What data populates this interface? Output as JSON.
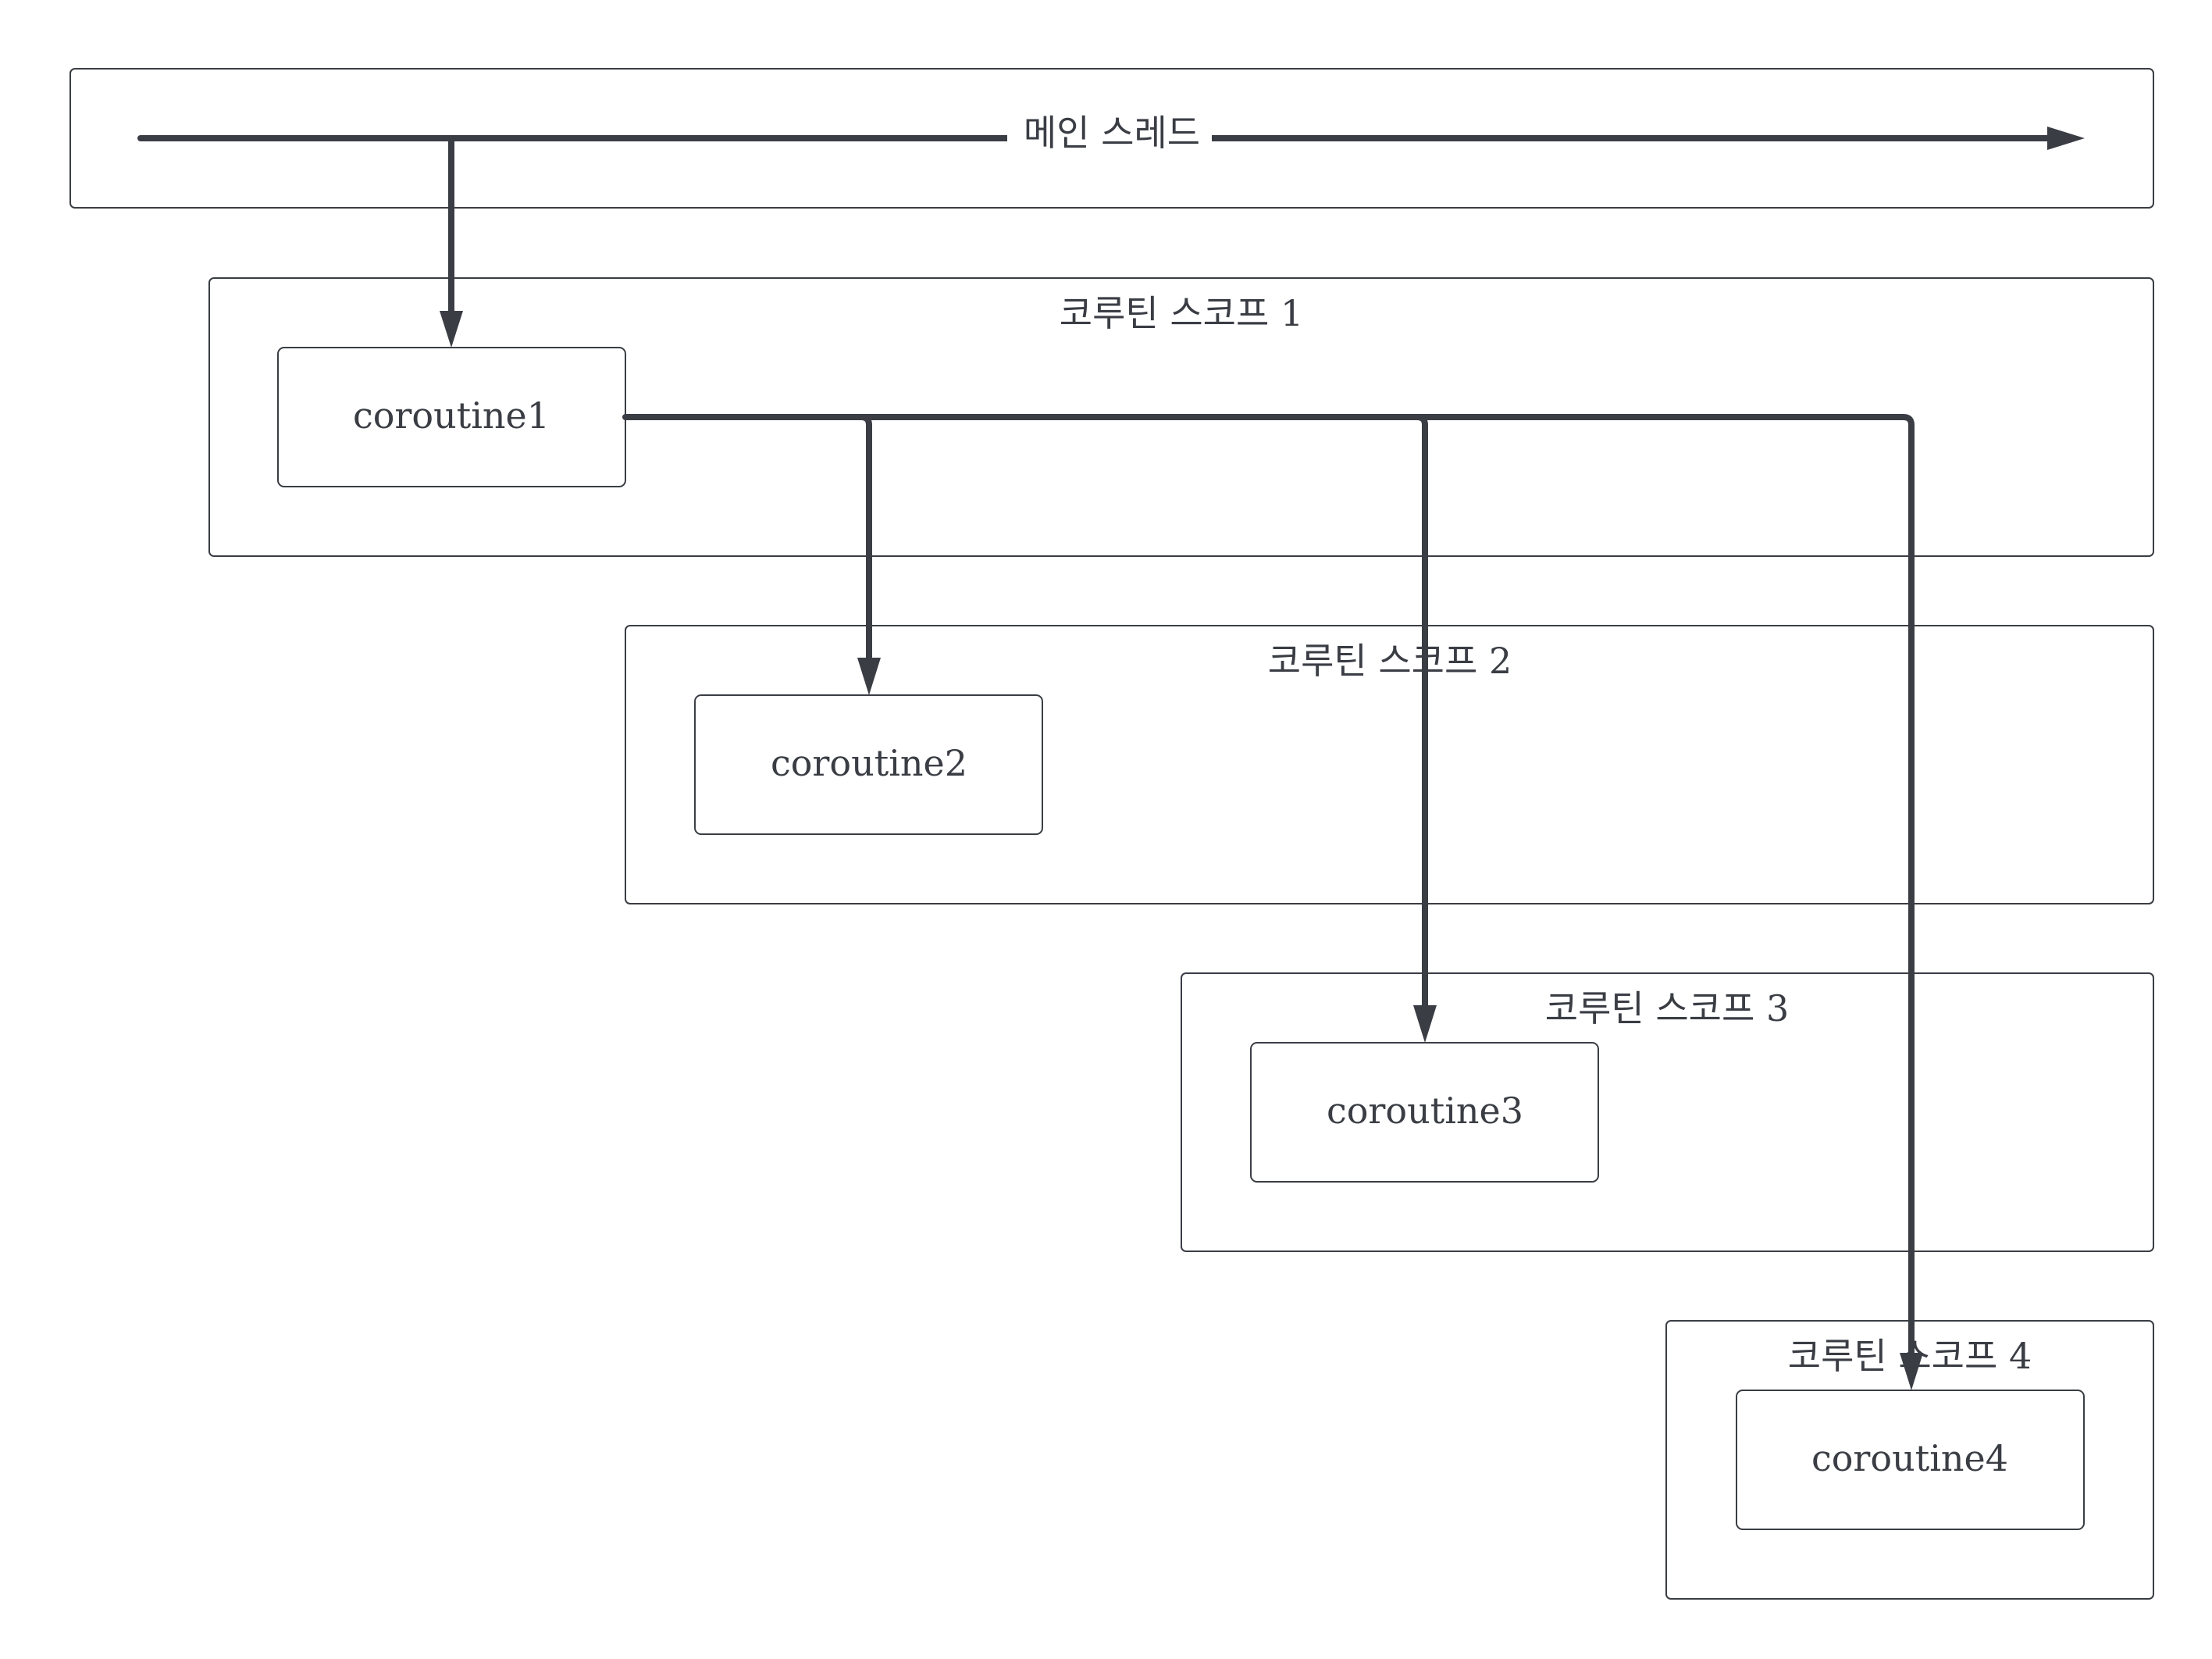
{
  "main_thread": {
    "label": "메인 스레드"
  },
  "scopes": [
    {
      "label": "코루틴 스코프 1",
      "coroutine": "coroutine1"
    },
    {
      "label": "코루틴 스코프 2",
      "coroutine": "coroutine2"
    },
    {
      "label": "코루틴 스코프 3",
      "coroutine": "coroutine3"
    },
    {
      "label": "코루틴 스코프 4",
      "coroutine": "coroutine4"
    }
  ],
  "colors": {
    "stroke": "#3a3d44",
    "background": "#ffffff"
  }
}
